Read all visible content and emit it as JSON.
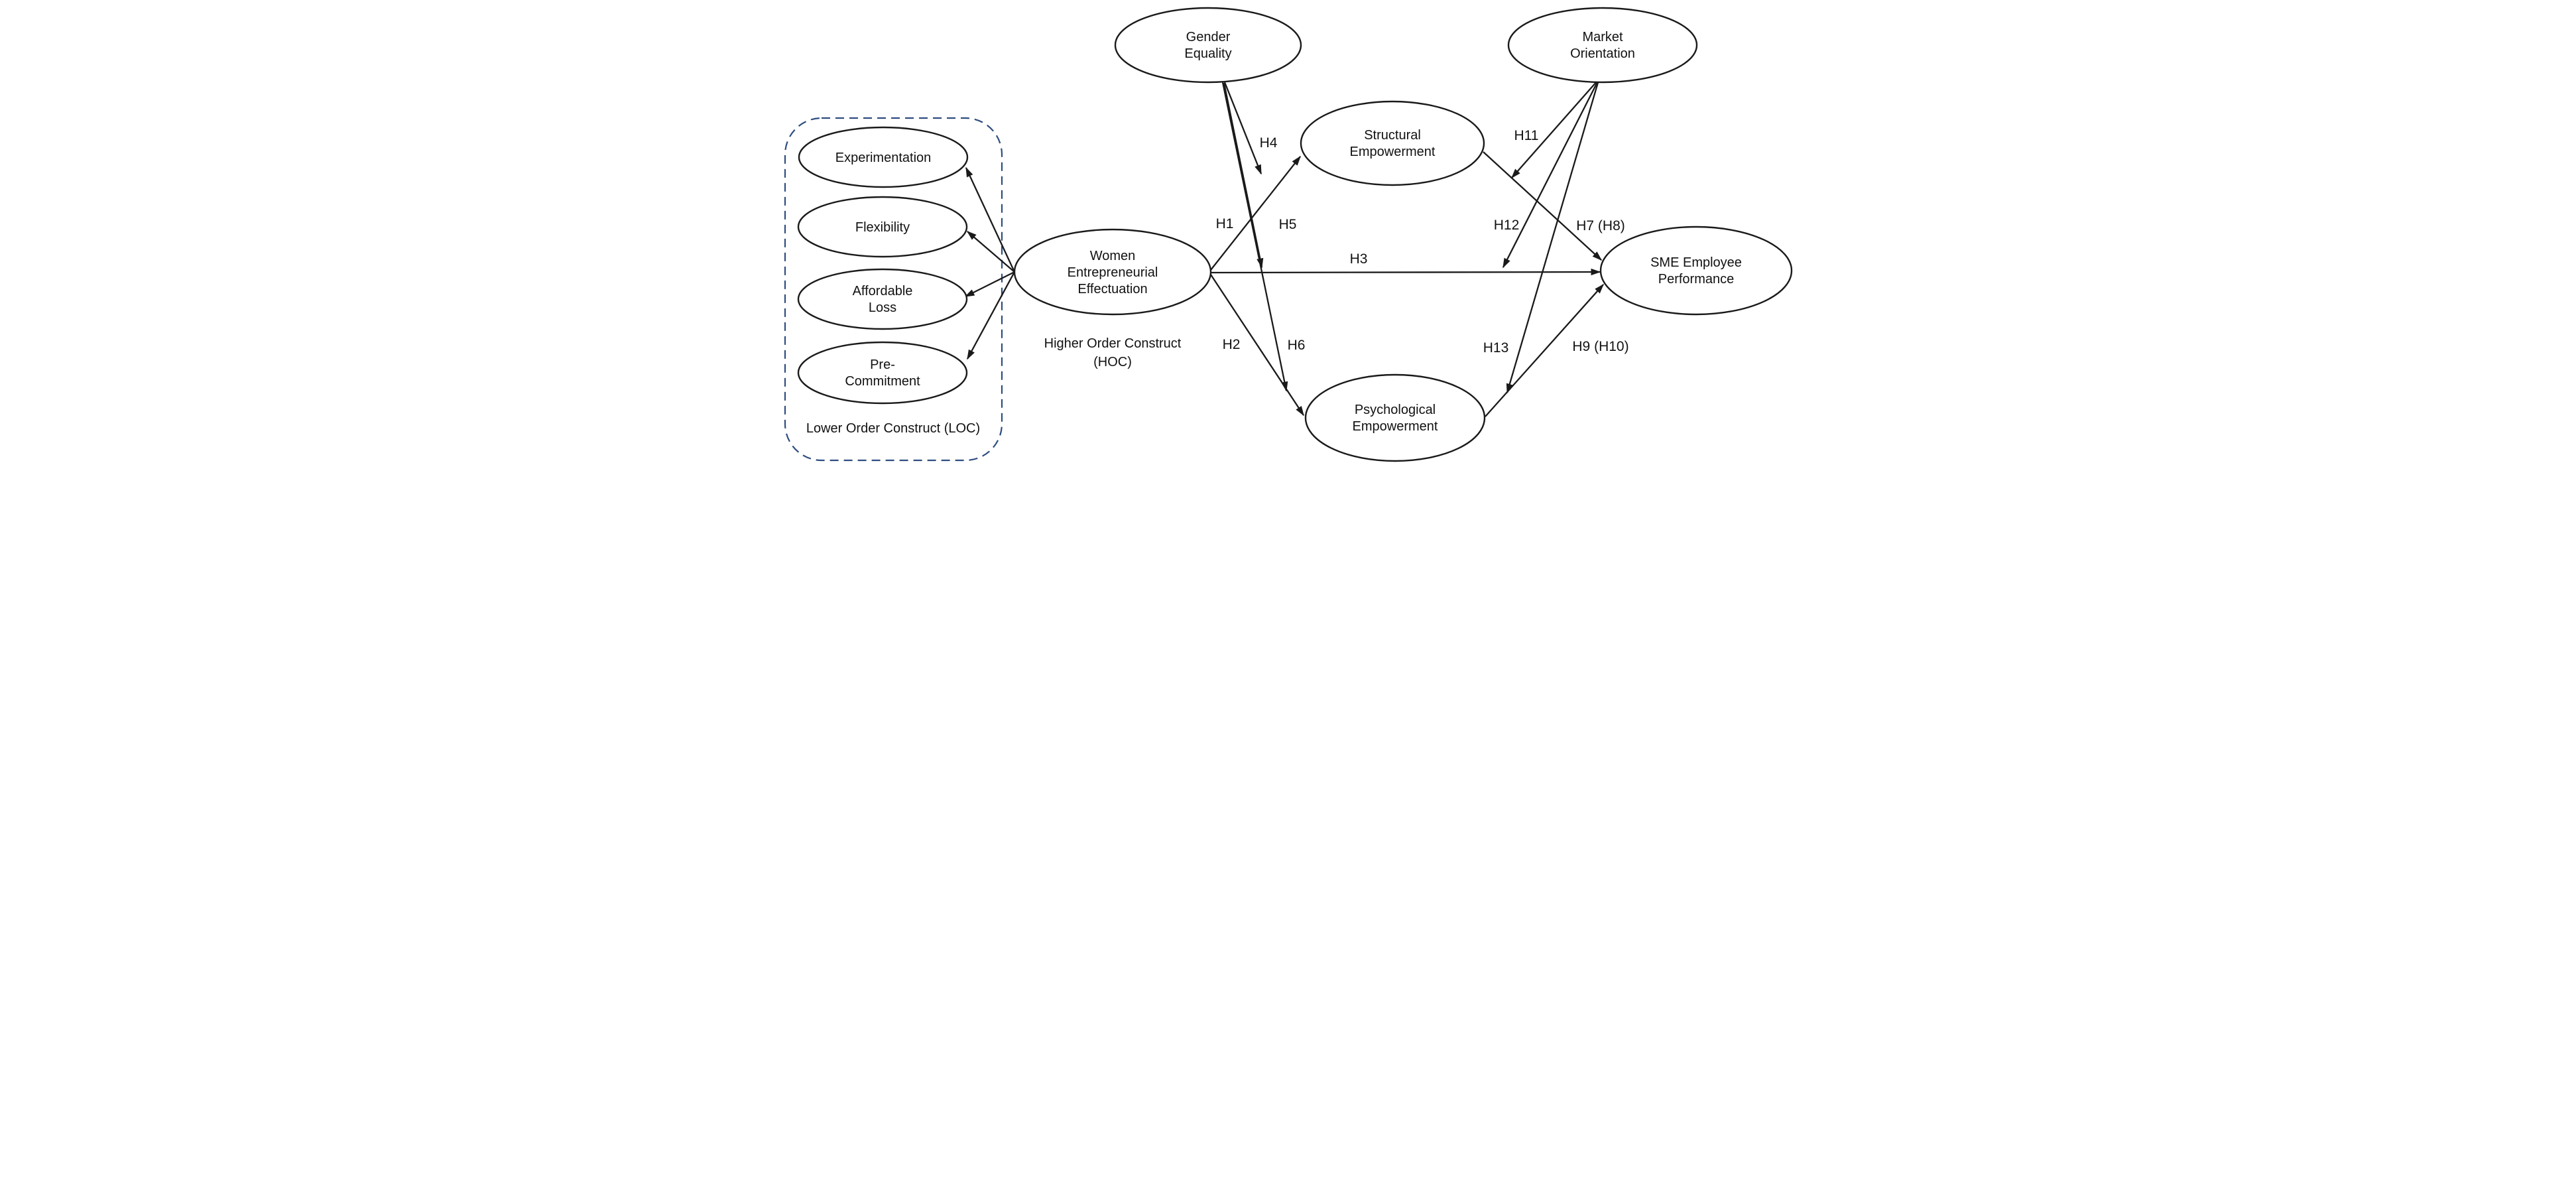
{
  "figure": {
    "type": "structural-model-diagram",
    "colors": {
      "background": "#ffffff",
      "line": "#1a1a1a",
      "loc_box": "#2e4d80"
    },
    "nodes": {
      "experimentation": {
        "lines": [
          "Experimentation"
        ]
      },
      "flexibility": {
        "lines": [
          "Flexibility"
        ]
      },
      "affordable_loss": {
        "lines": [
          "Affordable",
          "Loss"
        ]
      },
      "pre_commitment": {
        "lines": [
          "Pre-",
          "Commitment"
        ]
      },
      "women_entrepreneurial_effectuation": {
        "lines": [
          "Women",
          "Entrepreneurial",
          "Effectuation"
        ]
      },
      "gender_equality": {
        "lines": [
          "Gender",
          "Equality"
        ]
      },
      "market_orientation": {
        "lines": [
          "Market",
          "Orientation"
        ]
      },
      "structural_empowerment": {
        "lines": [
          "Structural",
          "Empowerment"
        ]
      },
      "psychological_empowerment": {
        "lines": [
          "Psychological",
          "Empowerment"
        ]
      },
      "sme_employee_performance": {
        "lines": [
          "SME Employee",
          "Performance"
        ]
      }
    },
    "captions": {
      "lower_order": "Lower Order Construct (LOC)",
      "higher_order_line1": "Higher Order Construct",
      "higher_order_line2": "(HOC)"
    },
    "hypotheses": {
      "h1": "H1",
      "h2": "H2",
      "h3": "H3",
      "h4": "H4",
      "h5": "H5",
      "h6": "H6",
      "h7_h8": "H7 (H8)",
      "h9_h10": "H9 (H10)",
      "h11": "H11",
      "h12": "H12",
      "h13": "H13"
    }
  }
}
